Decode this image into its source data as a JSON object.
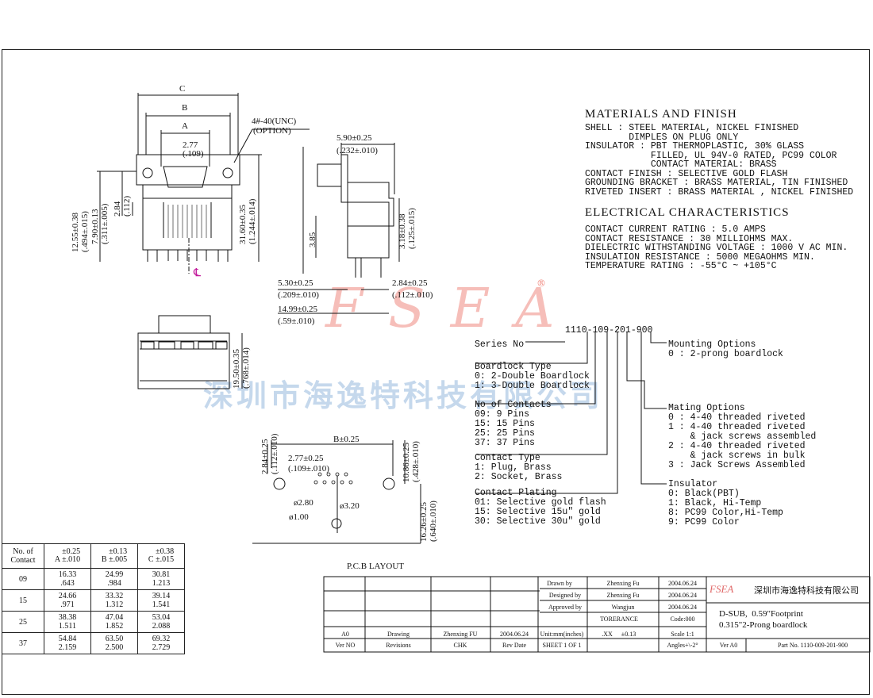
{
  "materials": {
    "title": "MATERIALS AND FINISH",
    "lines": [
      "SHELL : STEEL MATERIAL, NICKEL FINISHED",
      "        DIMPLES ON PLUG ONLY",
      "INSULATOR : PBT THERMOPLASTIC, 30% GLASS",
      "            FILLED, UL 94V-0 RATED, PC99 COLOR",
      "            CONTACT MATERIAL: BRASS",
      "CONTACT FINISH : SELECTIVE GOLD FLASH",
      "GROUNDING BRACKET : BRASS MATERIAL, TIN FINISHED",
      "RIVETED INSERT : BRASS MATERIAL , NICKEL FINISHED"
    ]
  },
  "electrical": {
    "title": "ELECTRICAL CHARACTERISTICS",
    "lines": [
      "CONTACT CURRENT RATING : 5.0 AMPS",
      "CONTACT RESISTANCE : 30 MILLIOHMS MAX.",
      "DIELECTRIC WITHSTANDING VOLTAGE : 1000 V AC MIN.",
      "INSULATION RESISTANCE : 5000 MEGAOHMS MIN.",
      "TEMPERATURE RATING : -55°C ~ +105°C"
    ]
  },
  "part_number": "1110-109-201-900",
  "ordering": {
    "series_label": "Series No",
    "boardlock": {
      "title": "Boardlock Type",
      "options": [
        "0: 2-Double Boardlock",
        "1: 3-Double Boardlock"
      ]
    },
    "contacts": {
      "title": "No of Contacts",
      "options": [
        "09: 9 Pins",
        "15: 15 Pins",
        "25: 25 Pins",
        "37: 37 Pins"
      ]
    },
    "contact_type": {
      "title": "Contact Type",
      "options": [
        "1: Plug, Brass",
        "2: Socket, Brass"
      ]
    },
    "plating": {
      "title": "Contact Plating",
      "options": [
        "01: Selective gold flash",
        "15: Selective 15u\" gold",
        "30: Selective 30u\" gold"
      ]
    },
    "mounting": {
      "title": "Mounting Options",
      "options": [
        "0 : 2-prong boardlock"
      ]
    },
    "mating": {
      "title": "Mating Options",
      "options": [
        "0 : 4-40 threaded riveted",
        "1 : 4-40 threaded riveted",
        "    & jack screws assembled",
        "2 : 4-40 threaded riveted",
        "    & jack screws in bulk",
        "3 : Jack Screws Assembled"
      ]
    },
    "insulator": {
      "title": "Insulator",
      "options": [
        "0: Black(PBT)",
        "1: Black, Hi-Temp",
        "8: PC99 Color,Hi-Temp",
        "9: PC99 Color"
      ]
    }
  },
  "watermark": {
    "latin": "FSEA",
    "cn": "深圳市海逸特科技有限公司",
    "reg": "®"
  },
  "dims": {
    "front": {
      "c": "C",
      "b": "B",
      "a": "A",
      "thread": "4#-40(UNC)",
      "thread_opt": "(OPTION)",
      "pitch": "2.77",
      "pitch_in": "(.109)",
      "h1": "12.55±0.38",
      "h1_in": "(.494±.015)",
      "h2": "7.90±0.13",
      "h2_in": "(.311±.005)",
      "h3": "2.84",
      "h3_in": "(.112)",
      "h4": "31.60±0.35",
      "h4_in": "(1.244±.014)",
      "cl": "℄"
    },
    "side": {
      "d1": "5.90±0.25",
      "d1_in": "(.232±.010)",
      "d2": "3.85",
      "d3": "3.18±0.38",
      "d3_in": "(.125±.015)",
      "d4": "5.30±0.25",
      "d4_in": "(.209±.010)",
      "d5": "2.84±0.25",
      "d5_in": "(.112±.010)",
      "d6": "14.99±0.25",
      "d6_in": "(.59±.010)"
    },
    "bottom": {
      "h": "19.50±0.35",
      "h_in": "(.768±.014)"
    },
    "pcb": {
      "title": "P.C.B LAYOUT",
      "b": "B±0.25",
      "p1": "2.84±0.25",
      "p1_in": "(.112±.010)",
      "p2": "2.77±0.25",
      "p2_in": "(.109±.010)",
      "p3": "10.86±0.25",
      "p3_in": "(.428±.010)",
      "p4": "16.26±0.25",
      "p4_in": "(.640±.010)",
      "hole1": "ø2.80",
      "hole2": "ø3.20",
      "hole3": "ø1.00"
    }
  },
  "dim_table": {
    "headers": [
      "No. of Contact",
      "A",
      "B",
      "C"
    ],
    "tolerances": [
      [
        "±0.25",
        "±.010"
      ],
      [
        "±0.13",
        "±.005"
      ],
      [
        "±0.38",
        "±.015"
      ]
    ],
    "rows": [
      {
        "n": "09",
        "a": [
          "16.33",
          ".643"
        ],
        "b": [
          "24.99",
          ".984"
        ],
        "c": [
          "30.81",
          "1.213"
        ]
      },
      {
        "n": "15",
        "a": [
          "24.66",
          ".971"
        ],
        "b": [
          "33.32",
          "1.312"
        ],
        "c": [
          "39.14",
          "1.541"
        ]
      },
      {
        "n": "25",
        "a": [
          "38.38",
          "1.511"
        ],
        "b": [
          "47.04",
          "1.852"
        ],
        "c": [
          "53.04",
          "2.088"
        ]
      },
      {
        "n": "37",
        "a": [
          "54.84",
          "2.159"
        ],
        "b": [
          "63.50",
          "2.500"
        ],
        "c": [
          "69.32",
          "2.729"
        ]
      }
    ]
  },
  "title_block": {
    "drawn_label": "Drawn by",
    "drawn_name": "Zhenxing Fu",
    "drawn_date": "2004.06.24",
    "designed_label": "Designed by",
    "designed_name": "Zhenxing Fu",
    "designed_date": "2004.06.24",
    "approved_label": "Approved by",
    "approved_name": "Wangjun",
    "approved_date": "2004.06.24",
    "tolerance_label": "TORERANCE",
    "code": "Code:000",
    "units": "Unit:mm(inches)",
    "tol_xx": ".XX",
    "tol_val": "±0.13",
    "scale": "Scale 1:1",
    "sheet": "SHEET 1 OF 1",
    "angles": "Angles+\\-2°",
    "rev": "A0",
    "rev_desc": "Drawing",
    "rev_by": "Zhenxing FU",
    "rev_date": "2004.06.24",
    "h_ver": "Ver NO",
    "h_revisions": "Revisions",
    "h_chk": "CHK",
    "h_revdate": "Rev Date",
    "company_logo": "FSEA",
    "company": "深圳市海逸特科技有限公司",
    "desc1": "D-SUB,  0.59\"Footprint",
    "desc2": "0.315\"2-Prong boardlock",
    "ver_label": "Ver A0",
    "part_label": "Part No. 1110-009-201-900"
  }
}
